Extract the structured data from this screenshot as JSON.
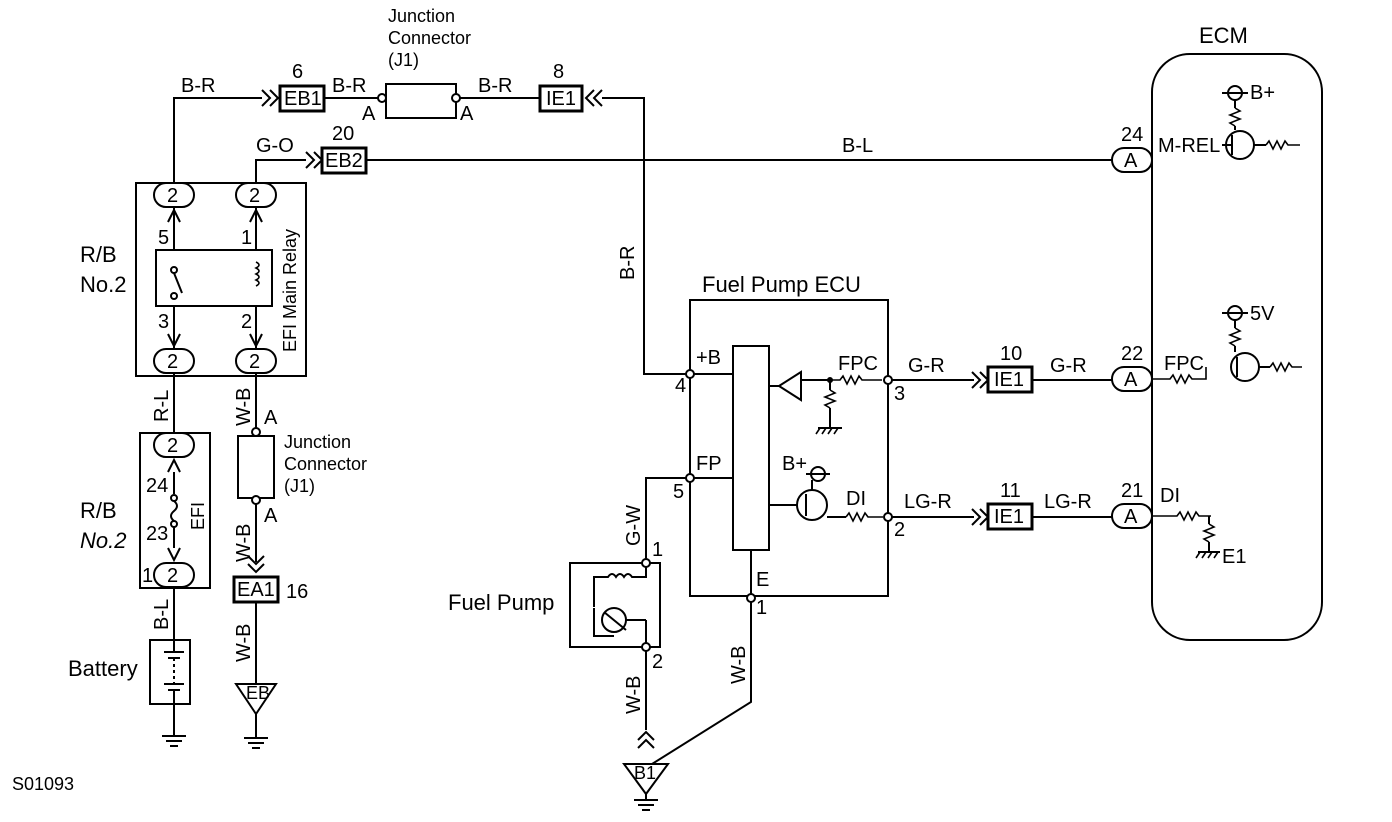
{
  "diagram_id": "S01093",
  "ecm": {
    "title": "ECM",
    "b_plus": "B+",
    "five_v": "5V",
    "m_rel": "M-REL",
    "fpc": "FPC",
    "di": "DI",
    "e1": "E1",
    "pins": [
      {
        "num": "24",
        "conn": "A"
      },
      {
        "num": "22",
        "conn": "A"
      },
      {
        "num": "21",
        "conn": "A"
      }
    ]
  },
  "fuel_pump_ecu": {
    "title": "Fuel Pump ECU",
    "plus_b": "+B",
    "fp": "FP",
    "e": "E",
    "fpc": "FPC",
    "di": "DI",
    "b_plus": "B+",
    "pins": [
      "4",
      "5",
      "3",
      "2",
      "1"
    ]
  },
  "fuel_pump": {
    "label": "Fuel Pump",
    "pins": [
      "1",
      "2"
    ]
  },
  "relay_block_1": {
    "label_a": "R/B",
    "label_b": "No.2",
    "relay": "EFI Main Relay",
    "terms": [
      "5",
      "1",
      "3",
      "2"
    ],
    "conn": "2"
  },
  "relay_block_2": {
    "label_a": "R/B",
    "label_b": "No.2",
    "fuse": "EFI",
    "terms": [
      "24",
      "23"
    ],
    "conn": "2",
    "pin": "1"
  },
  "battery": {
    "label": "Battery"
  },
  "junction_top": {
    "line1": "Junction",
    "line2": "Connector",
    "line3": "(J1)",
    "pin_a": "A",
    "pin_b": "A"
  },
  "junction_left": {
    "line1": "Junction",
    "line2": "Connector",
    "line3": "(J1)",
    "pin_a": "A",
    "pin_b": "A"
  },
  "connectors": {
    "eb1": {
      "name": "EB1",
      "num": "6"
    },
    "eb2": {
      "name": "EB2",
      "num": "20"
    },
    "ie1_top": {
      "name": "IE1",
      "num": "8"
    },
    "ie1_fpc": {
      "name": "IE1",
      "num": "10"
    },
    "ie1_di": {
      "name": "IE1",
      "num": "11"
    },
    "ea1": {
      "name": "EA1",
      "num": "16"
    }
  },
  "grounds": {
    "eb": "EB",
    "b1": "B1"
  },
  "wires": {
    "br_1": "B-R",
    "br_2": "B-R",
    "br_3": "B-R",
    "br_v": "B-R",
    "go": "G-O",
    "bl": "B-L",
    "gr_1": "G-R",
    "gr_2": "G-R",
    "lgr_1": "LG-R",
    "lgr_2": "LG-R",
    "rl": "R-L",
    "wb_1": "W-B",
    "wb_2": "W-B",
    "wb_3": "W-B",
    "bl_bat": "B-L",
    "gw": "G-W",
    "wb_pump": "W-B",
    "wb_e": "W-B"
  }
}
